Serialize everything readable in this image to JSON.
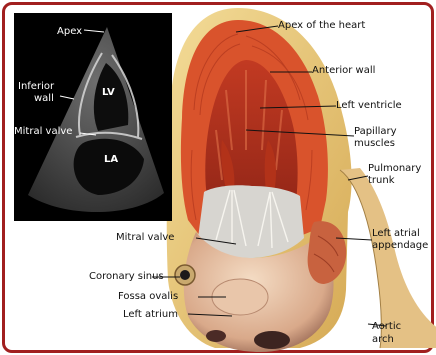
{
  "echo": {
    "apex": "Apex",
    "inferior_wall": [
      "Inferior",
      "wall"
    ],
    "mitral_valve": "Mitral valve",
    "lv": "LV",
    "la": "LA"
  },
  "anatomy": {
    "apex_of_heart": "Apex of the heart",
    "anterior_wall": "Anterior wall",
    "left_ventricle": "Left ventricle",
    "papillary_muscles": [
      "Papillary",
      "muscles"
    ],
    "pulmonary_trunk": [
      "Pulmonary",
      "trunk"
    ],
    "left_atrial_appendage": [
      "Left atrial",
      "appendage"
    ],
    "mitral_valve": "Mitral valve",
    "coronary_sinus": "Coronary sinus",
    "fossa_ovalis": "Fossa ovalis",
    "left_atrium": "Left atrium",
    "aortic_arch": [
      "Aortic",
      "arch"
    ]
  },
  "colors": {
    "frame": "#a11f1f",
    "myocardium": "#d9532c",
    "fat": "#e8c77a",
    "echo_bg": "#000000"
  }
}
